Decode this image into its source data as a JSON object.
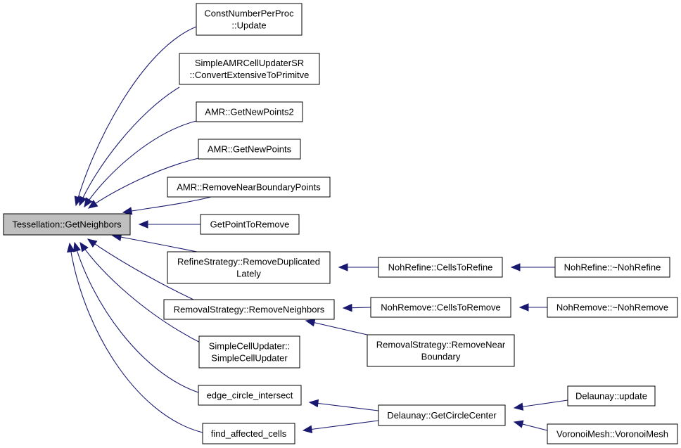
{
  "nodes": {
    "root": {
      "lines": [
        "Tessellation::GetNeighbors"
      ]
    },
    "cnpp": {
      "lines": [
        "ConstNumberPerProc",
        "::Update"
      ]
    },
    "samr": {
      "lines": [
        "SimpleAMRCellUpdaterSR",
        "::ConvertExtensiveToPrimitve"
      ]
    },
    "amr2": {
      "lines": [
        "AMR::GetNewPoints2"
      ]
    },
    "amr1": {
      "lines": [
        "AMR::GetNewPoints"
      ]
    },
    "amrrnb": {
      "lines": [
        "AMR::RemoveNearBoundaryPoints"
      ]
    },
    "gptr": {
      "lines": [
        "GetPointToRemove"
      ]
    },
    "rsrd": {
      "lines": [
        "RefineStrategy::RemoveDuplicated",
        "Lately"
      ]
    },
    "rsrn": {
      "lines": [
        "RemovalStrategy::RemoveNeighbors"
      ]
    },
    "scu": {
      "lines": [
        "SimpleCellUpdater::",
        "SimpleCellUpdater"
      ]
    },
    "eci": {
      "lines": [
        "edge_circle_intersect"
      ]
    },
    "fac": {
      "lines": [
        "find_affected_cells"
      ]
    },
    "nrctr": {
      "lines": [
        "NohRefine::CellsToRefine"
      ]
    },
    "nrd": {
      "lines": [
        "NohRefine::~NohRefine"
      ]
    },
    "nmctr": {
      "lines": [
        "NohRemove::CellsToRemove"
      ]
    },
    "nmd": {
      "lines": [
        "NohRemove::~NohRemove"
      ]
    },
    "rsrnb": {
      "lines": [
        "RemovalStrategy::RemoveNear",
        "Boundary"
      ]
    },
    "dgcc": {
      "lines": [
        "Delaunay::GetCircleCenter"
      ]
    },
    "dupd": {
      "lines": [
        "Delaunay::update"
      ]
    },
    "vmvm": {
      "lines": [
        "VoronoiMesh::VoronoiMesh"
      ]
    }
  },
  "edges": [
    [
      "cnpp",
      "root"
    ],
    [
      "samr",
      "root"
    ],
    [
      "amr2",
      "root"
    ],
    [
      "amr1",
      "root"
    ],
    [
      "amrrnb",
      "root"
    ],
    [
      "gptr",
      "root"
    ],
    [
      "rsrd",
      "root"
    ],
    [
      "rsrn",
      "root"
    ],
    [
      "scu",
      "root"
    ],
    [
      "eci",
      "root"
    ],
    [
      "fac",
      "root"
    ],
    [
      "nrctr",
      "rsrd"
    ],
    [
      "nrd",
      "nrctr"
    ],
    [
      "nmctr",
      "rsrn"
    ],
    [
      "nmd",
      "nmctr"
    ],
    [
      "rsrnb",
      "rsrn"
    ],
    [
      "dgcc",
      "eci"
    ],
    [
      "dgcc",
      "fac"
    ],
    [
      "dupd",
      "dgcc"
    ],
    [
      "vmvm",
      "dgcc"
    ]
  ],
  "colors": {
    "edge": "#191970",
    "root_fill": "#bfbfbf",
    "node_fill": "#ffffff",
    "border": "#000000"
  }
}
